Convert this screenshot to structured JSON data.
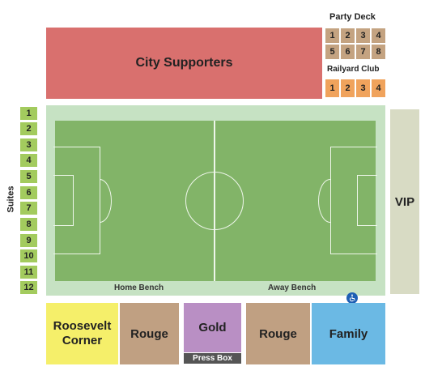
{
  "colors": {
    "city_supporters": "#d9706e",
    "party_deck": "#c4a381",
    "railyard_club": "#f0a35c",
    "suites": "#a3cb5e",
    "pitch": "#82b468",
    "field_border": "#c6e2c3",
    "vip": "#d8dbc4",
    "roosevelt_corner": "#f5ef6a",
    "rouge": "#c0a082",
    "gold": "#b98fc4",
    "press_box": "#555555",
    "family": "#6bb9e4",
    "accessible": "#1e5fb4"
  },
  "labels": {
    "city_supporters": "City Supporters",
    "party_deck": "Party Deck",
    "railyard_club": "Railyard Club",
    "suites": "Suites",
    "vip": "VIP",
    "home_bench": "Home Bench",
    "away_bench": "Away Bench",
    "roosevelt_line1": "Roosevelt",
    "roosevelt_line2": "Corner",
    "rouge_left": "Rouge",
    "gold": "Gold",
    "press_box": "Press Box",
    "rouge_right": "Rouge",
    "family": "Family"
  },
  "party_deck_rows": [
    [
      "1",
      "2",
      "3",
      "4"
    ],
    [
      "5",
      "6",
      "7",
      "8"
    ]
  ],
  "railyard_club_sections": [
    "1",
    "2",
    "3",
    "4"
  ],
  "suite_numbers": [
    "1",
    "2",
    "3",
    "4",
    "5",
    "6",
    "7",
    "8",
    "9",
    "10",
    "11",
    "12"
  ],
  "icons": {
    "accessible": "wheelchair-icon"
  }
}
